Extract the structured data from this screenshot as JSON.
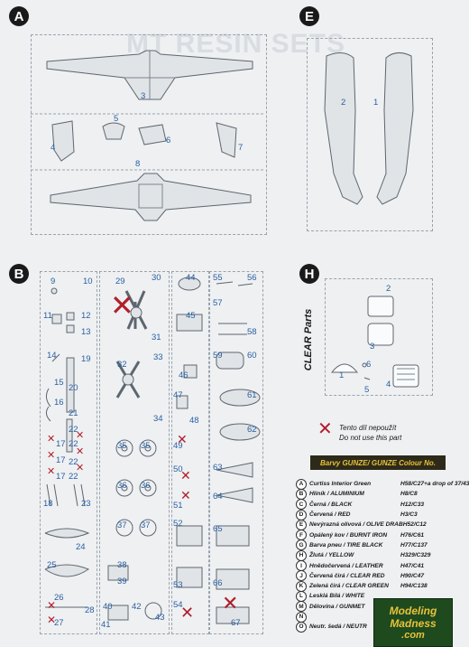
{
  "header": {
    "faded_text": "MT RESIN SETS"
  },
  "sections": {
    "A": "A",
    "B": "B",
    "E": "E",
    "H": "H"
  },
  "clear_parts_label": "CLEAR Parts",
  "part_numbers_A": [
    "3",
    "5",
    "4",
    "6",
    "7",
    "8"
  ],
  "part_numbers_E": [
    "2",
    "1"
  ],
  "part_numbers_H": [
    "2",
    "3",
    "1",
    "6",
    "5",
    "4"
  ],
  "part_numbers_B": [
    "9",
    "10",
    "11",
    "12",
    "13",
    "14",
    "19",
    "15",
    "20",
    "16",
    "21",
    "22",
    "17",
    "22",
    "17",
    "22",
    "17",
    "22",
    "18",
    "23",
    "24",
    "25",
    "26",
    "27",
    "28",
    "29",
    "30",
    "31",
    "32",
    "33",
    "34",
    "35",
    "35",
    "36",
    "36",
    "37",
    "37",
    "38",
    "39",
    "40",
    "41",
    "42",
    "43",
    "44",
    "45",
    "46",
    "47",
    "48",
    "49",
    "50",
    "51",
    "52",
    "53",
    "54",
    "55",
    "56",
    "57",
    "58",
    "59",
    "60",
    "61",
    "62",
    "63",
    "64",
    "65",
    "66",
    "67"
  ],
  "do_not_use": {
    "cz": "Tento díl nepoužít",
    "en": "Do not use this part"
  },
  "colour_table": {
    "title": "Barvy GUNZE/ GUNZE Colour No.",
    "rows": [
      {
        "letter": "A",
        "name": "Curtiss Interior Green",
        "code": "H58/C27+a drop of 37/43"
      },
      {
        "letter": "B",
        "name": "Hliník / ALUMINIUM",
        "code": "H8/C8"
      },
      {
        "letter": "C",
        "name": "Černá / BLACK",
        "code": "H12/C33"
      },
      {
        "letter": "D",
        "name": "Červená / RED",
        "code": "H3/C3"
      },
      {
        "letter": "E",
        "name": "Nevýrazná olivová / OLIVE DRAB",
        "code": "H52/C12"
      },
      {
        "letter": "F",
        "name": "Opálený kov / BURNT IRON",
        "code": "H76/C61"
      },
      {
        "letter": "G",
        "name": "Barva pneu / TIRE BLACK",
        "code": "H77/C137"
      },
      {
        "letter": "H",
        "name": "Žlutá / YELLOW",
        "code": "H329/C329"
      },
      {
        "letter": "I",
        "name": "Hnědočervená / LEATHER",
        "code": "H47/C41"
      },
      {
        "letter": "J",
        "name": "Červená čirá / CLEAR RED",
        "code": "H90/C47"
      },
      {
        "letter": "K",
        "name": "Zelená čirá / CLEAR GREEN",
        "code": "H94/C138"
      },
      {
        "letter": "L",
        "name": "Lesklá Bílá / WHITE",
        "code": ""
      },
      {
        "letter": "M",
        "name": "Dělovina / GUNMET",
        "code": ""
      },
      {
        "letter": "N",
        "name": "",
        "code": ""
      },
      {
        "letter": "O",
        "name": "Neutr. šedá / NEUTR",
        "code": ""
      }
    ]
  },
  "watermark": {
    "line1": "Modeling",
    "line2": "Madness",
    "line3": ".com"
  },
  "colors": {
    "accent_blue": "#2a5fa0",
    "cross_red": "#b11e2a",
    "table_header": "#2d2a1a",
    "table_title": "#e8c23a"
  }
}
